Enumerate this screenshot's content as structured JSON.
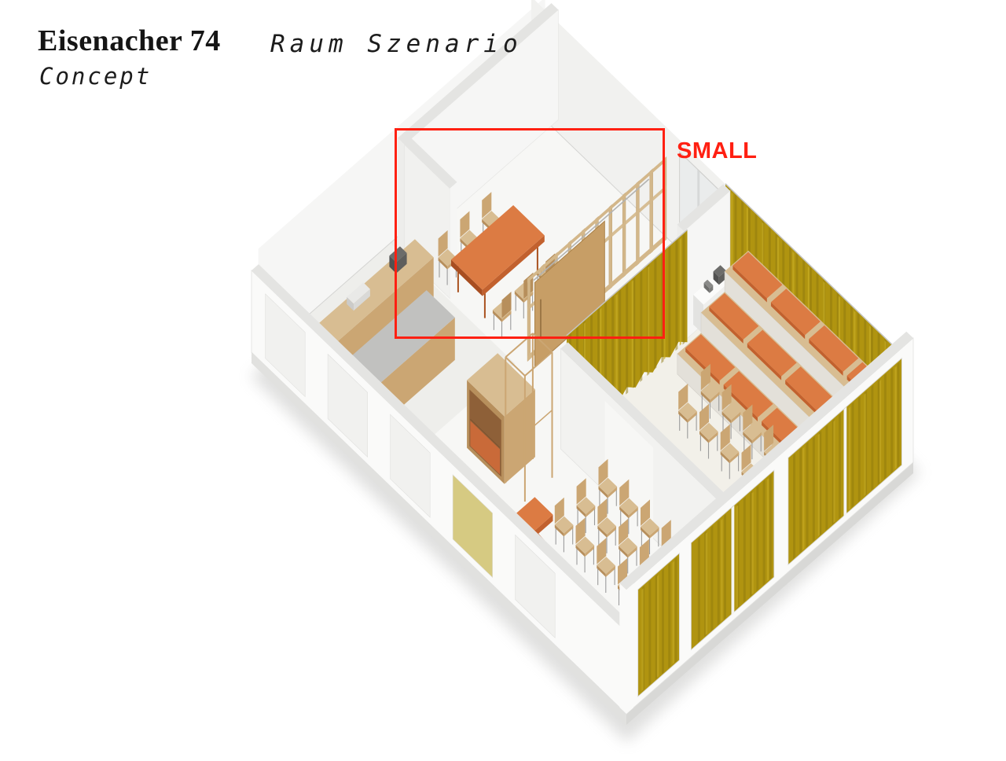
{
  "header": {
    "project": "Eisenacher 74",
    "subtitle": "Concept",
    "slide_title": "Raum Szenario"
  },
  "annotation": {
    "label": "SMALL"
  },
  "palette": {
    "accent_red": "#ff2012",
    "orange_top": "#dc7b43",
    "orange_side": "#c2612e",
    "orange_side_dark": "#a84e21",
    "wood": "#d8bd92",
    "wood_mid": "#cba673",
    "wood_dark": "#b78f5c",
    "stud_wood": "#d3b78a",
    "plywood": "#c79e66",
    "plywood_edge": "#aa8148",
    "curtain": "#b09410",
    "curtain_dark": "#8d770e",
    "curtain_light": "#c8ac24",
    "counter_gray": "#c1c1bf",
    "riser_gray": "#e3e0d9",
    "wall_face": "#f6f6f5",
    "wall_face_shade": "#f1f1ef",
    "wall_top": "#e4e4e2",
    "wall_exterior": "#fafaf9",
    "floor": "#f7f7f5",
    "floor_corridor": "#e9e9e7",
    "floor_kitchen": "#eeeeeb",
    "floor_event": "#f2f0e9",
    "slab": "#e1e1df",
    "metal": "#9b9b9b",
    "item_dark": "#5f5f5d",
    "item_light": "#e9e9e7"
  }
}
